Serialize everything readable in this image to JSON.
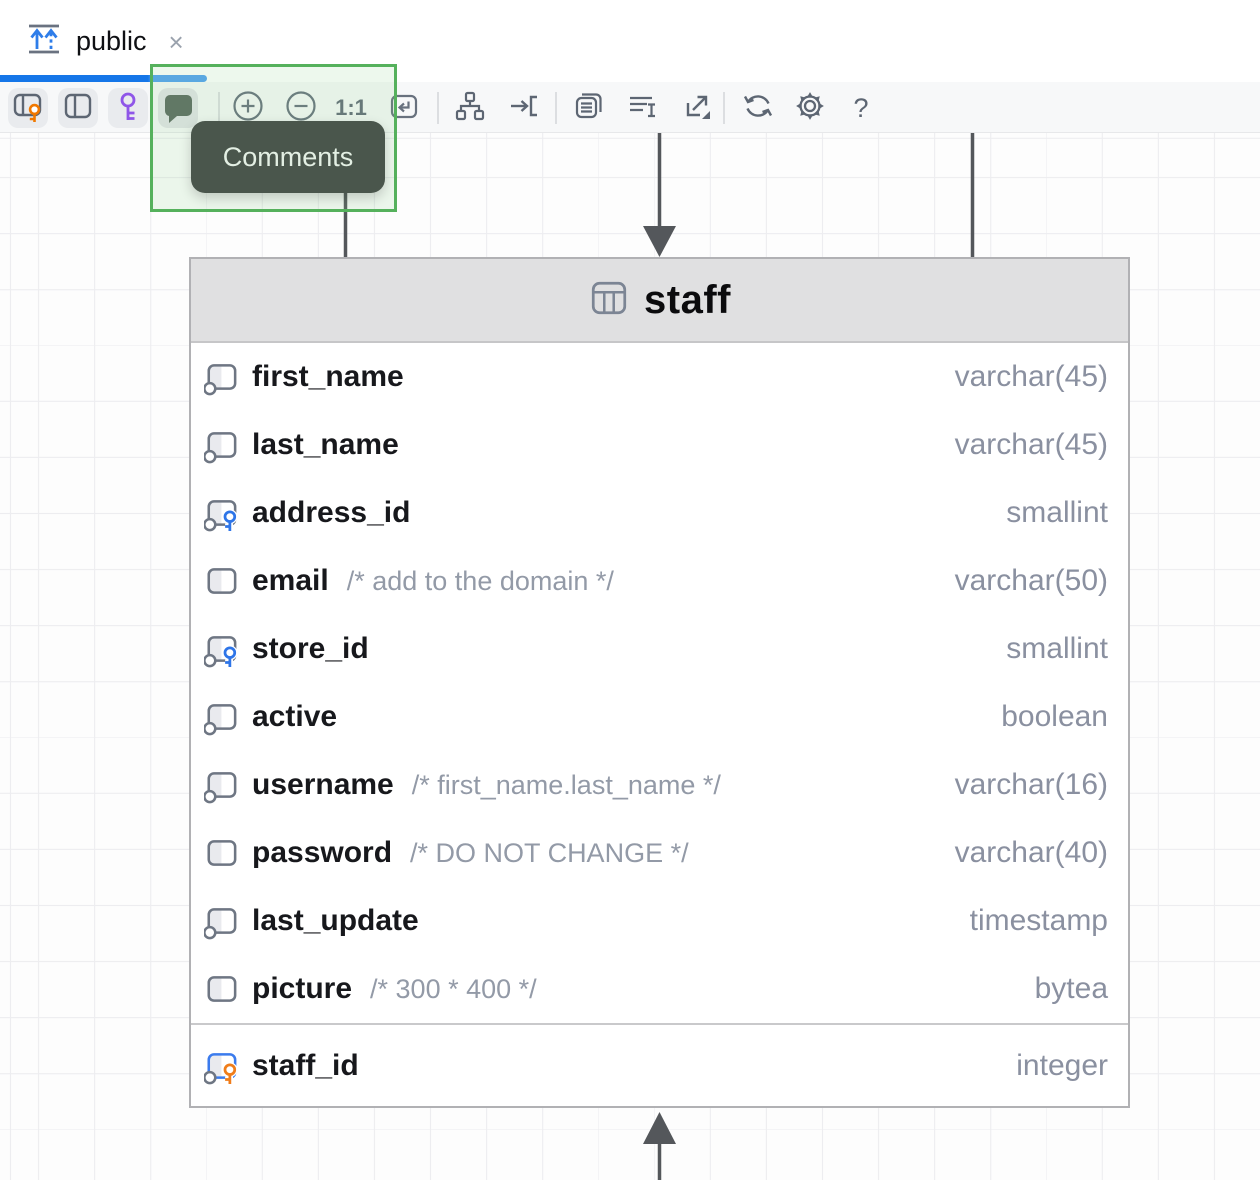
{
  "tab": {
    "title": "public",
    "close": "×"
  },
  "toolbar": {
    "buttons": [
      {
        "label": "Show key columns",
        "icon": "table-key-icon"
      },
      {
        "label": "Show columns",
        "icon": "columns-icon"
      },
      {
        "label": "Show keys",
        "icon": "key-icon"
      },
      {
        "label": "Comments",
        "icon": "comment-icon"
      }
    ],
    "zoom_label": "1:1",
    "help_label": "?",
    "tooltip": "Comments"
  },
  "diagram": {
    "table": {
      "title": "staff",
      "columns": [
        {
          "name": "first_name",
          "type": "varchar(45)",
          "comment": "",
          "icon": "column-notnull-icon"
        },
        {
          "name": "last_name",
          "type": "varchar(45)",
          "comment": "",
          "icon": "column-notnull-icon"
        },
        {
          "name": "address_id",
          "type": "smallint",
          "comment": "",
          "icon": "column-fk-icon"
        },
        {
          "name": "email",
          "type": "varchar(50)",
          "comment": "/* add to the domain */",
          "icon": "column-icon"
        },
        {
          "name": "store_id",
          "type": "smallint",
          "comment": "",
          "icon": "column-fk-icon"
        },
        {
          "name": "active",
          "type": "boolean",
          "comment": "",
          "icon": "column-notnull-icon"
        },
        {
          "name": "username",
          "type": "varchar(16)",
          "comment": "/* first_name.last_name */",
          "icon": "column-notnull-icon"
        },
        {
          "name": "password",
          "type": "varchar(40)",
          "comment": "/* DO NOT CHANGE */",
          "icon": "column-icon"
        },
        {
          "name": "last_update",
          "type": "timestamp",
          "comment": "",
          "icon": "column-notnull-icon"
        },
        {
          "name": "picture",
          "type": "bytea",
          "comment": "/* 300 * 400 */",
          "icon": "column-icon"
        }
      ],
      "primary_key": [
        {
          "name": "staff_id",
          "type": "integer",
          "comment": "",
          "icon": "column-pk-icon"
        }
      ]
    }
  },
  "colors": {
    "accent_blue": "#1576e8",
    "fk_key_blue": "#2e75e8",
    "pk_key_orange": "#f07d1a",
    "purple_key": "#8f56e8",
    "highlight_green": "#55b15c",
    "tooltip_bg": "#4a564c",
    "header_gray": "#e0e0e1",
    "type_text": "#8a90a0"
  }
}
